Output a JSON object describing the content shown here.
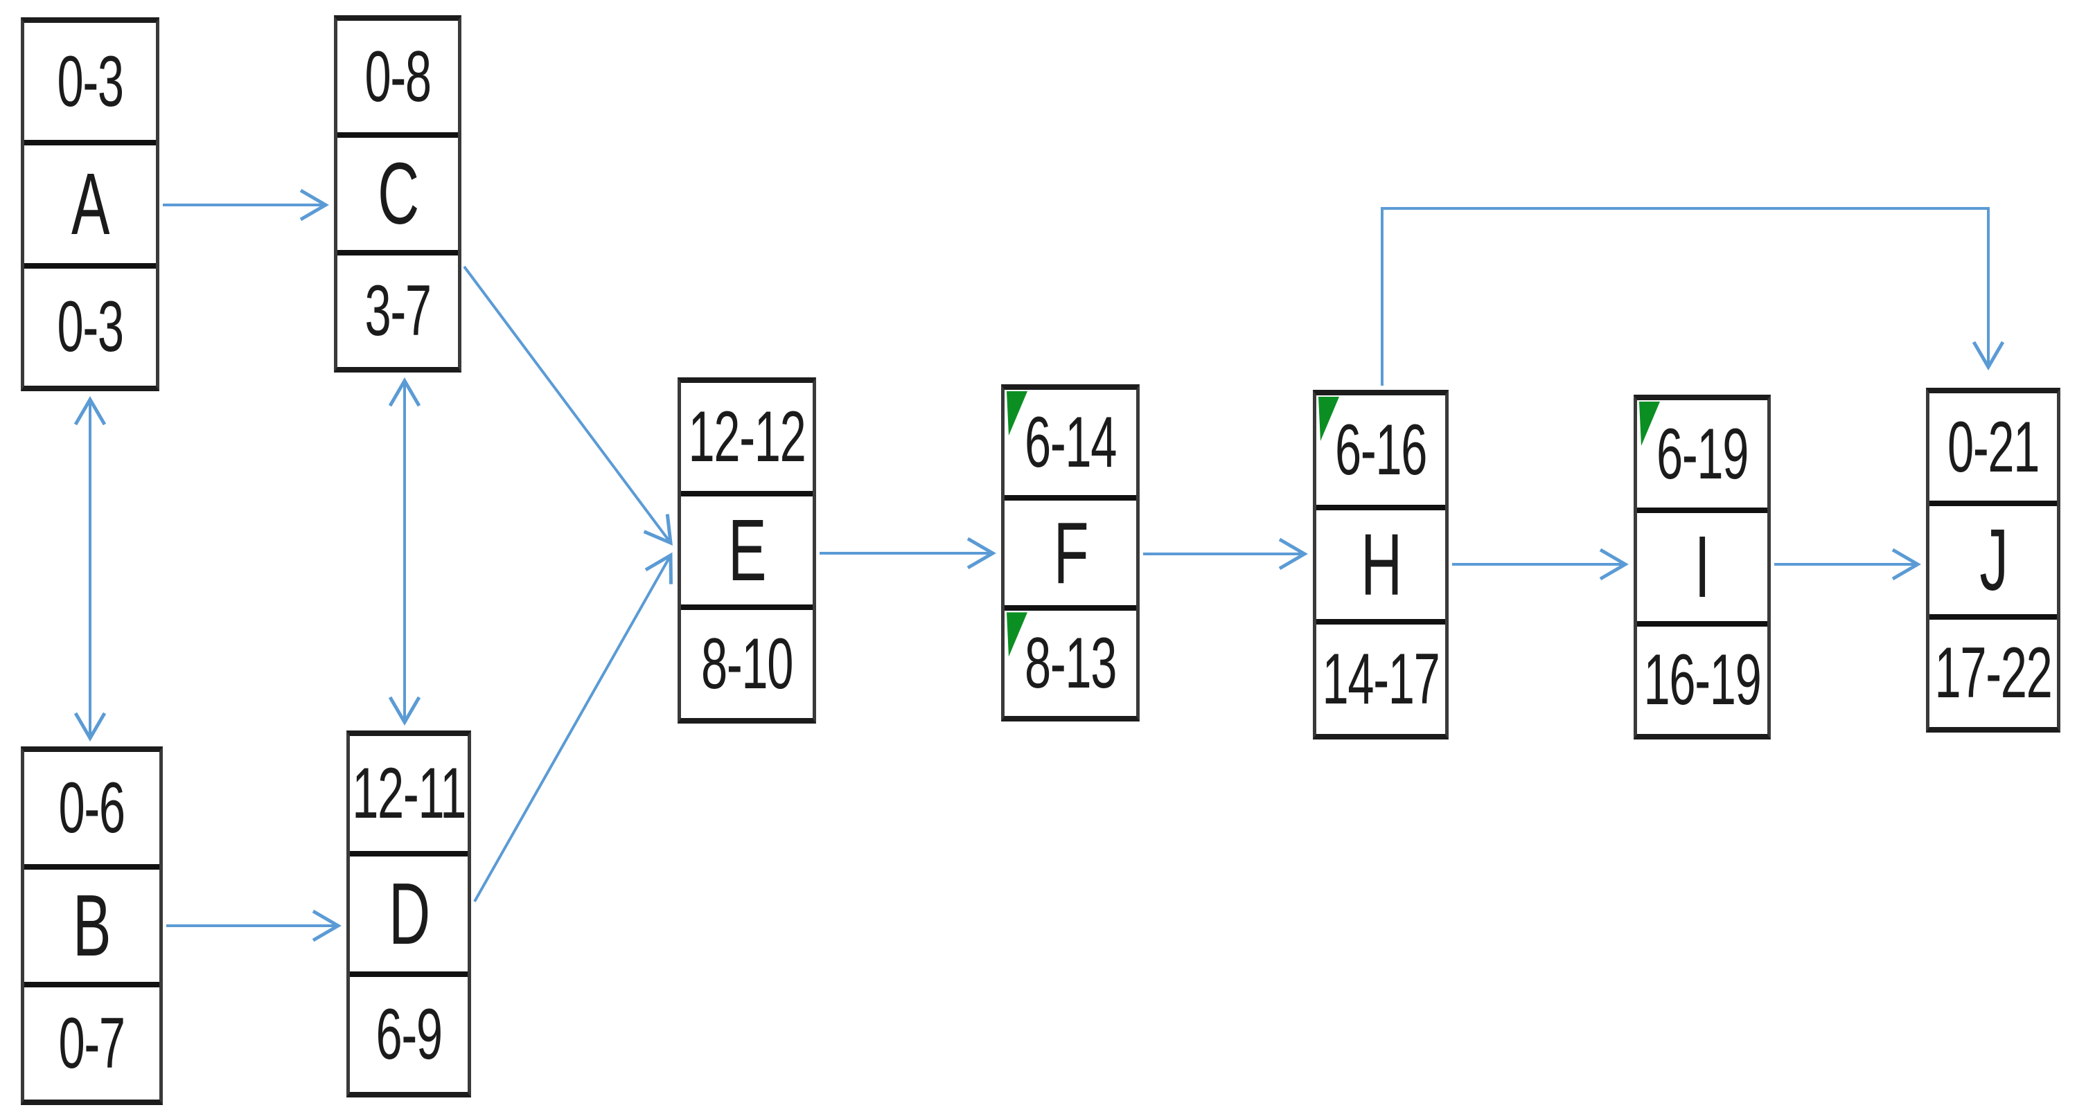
{
  "diagram": {
    "kind": "activity-on-node precedence network",
    "arrow_color": "#5b9bd5",
    "flag_color": "#0b8f23",
    "nodes": [
      {
        "id": "A",
        "top": "0-3",
        "label": "A",
        "bottom": "0-3",
        "flag_top": false,
        "flag_bottom": false
      },
      {
        "id": "B",
        "top": "0-6",
        "label": "B",
        "bottom": "0-7",
        "flag_top": false,
        "flag_bottom": false
      },
      {
        "id": "C",
        "top": "0-8",
        "label": "C",
        "bottom": "3-7",
        "flag_top": false,
        "flag_bottom": false
      },
      {
        "id": "D",
        "top": "12-11",
        "label": "D",
        "bottom": "6-9",
        "flag_top": false,
        "flag_bottom": false
      },
      {
        "id": "E",
        "top": "12-12",
        "label": "E",
        "bottom": "8-10",
        "flag_top": false,
        "flag_bottom": false
      },
      {
        "id": "F",
        "top": "6-14",
        "label": "F",
        "bottom": "8-13",
        "flag_top": true,
        "flag_bottom": true
      },
      {
        "id": "H",
        "top": "6-16",
        "label": "H",
        "bottom": "14-17",
        "flag_top": true,
        "flag_bottom": false
      },
      {
        "id": "I",
        "top": "6-19",
        "label": "I",
        "bottom": "16-19",
        "flag_top": true,
        "flag_bottom": false
      },
      {
        "id": "J",
        "top": "0-21",
        "label": "J",
        "bottom": "17-22",
        "flag_top": false,
        "flag_bottom": false
      }
    ],
    "edges": [
      {
        "from": "A",
        "to": "C",
        "type": "arrow"
      },
      {
        "from": "B",
        "to": "D",
        "type": "arrow"
      },
      {
        "from": "A",
        "to": "B",
        "type": "double-arrow"
      },
      {
        "from": "C",
        "to": "D",
        "type": "double-arrow"
      },
      {
        "from": "C",
        "to": "E",
        "type": "arrow"
      },
      {
        "from": "D",
        "to": "E",
        "type": "arrow"
      },
      {
        "from": "E",
        "to": "F",
        "type": "arrow"
      },
      {
        "from": "F",
        "to": "H",
        "type": "arrow"
      },
      {
        "from": "H",
        "to": "I",
        "type": "arrow"
      },
      {
        "from": "I",
        "to": "J",
        "type": "arrow"
      },
      {
        "from": "H",
        "to": "J",
        "type": "elbow-arrow"
      }
    ]
  }
}
